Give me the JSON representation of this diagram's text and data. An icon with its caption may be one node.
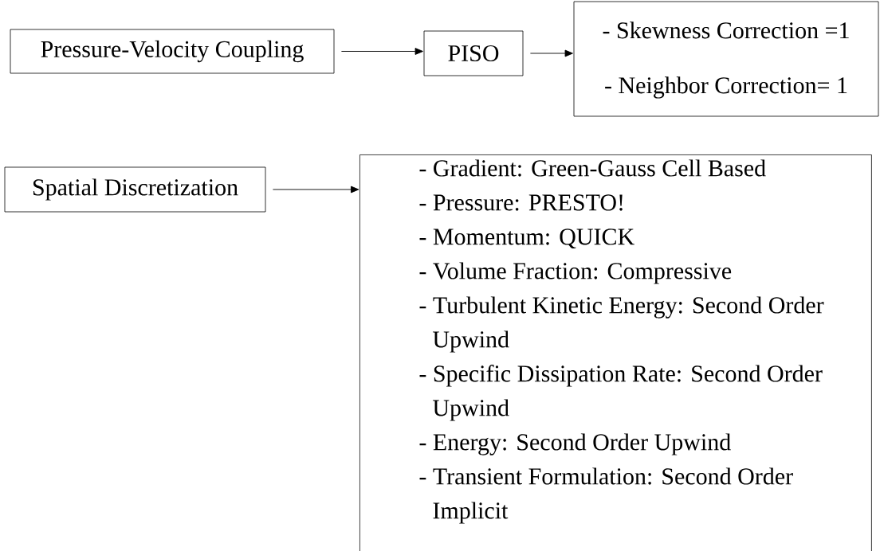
{
  "diagram": {
    "nodes": [
      {
        "text": [
          "Pressure-Velocity Coupling"
        ]
      },
      {
        "text": [
          "PISO"
        ]
      },
      {
        "text": [
          "- Skewness Correction =1",
          "- Neighbor Correction= 1"
        ]
      },
      {
        "text": [
          "Spatial Discretization"
        ]
      },
      {
        "text": [
          "- Gradient: Green-Gauss Cell Based",
          "- Pressure: PRESTO!",
          "- Momentum: QUICK",
          "- Volume Fraction: Compressive",
          "- Turbulent Kinetic Energy: Second Order Upwind",
          "- Specific Dissipation Rate: Second Order Upwind",
          "- Energy: Second Order Upwind",
          "- Transient Formulation: Second Order Implicit"
        ]
      }
    ],
    "edges": [
      {
        "from": 0,
        "to": 1,
        "arrow": "to"
      },
      {
        "from": 1,
        "to": 2,
        "arrow": "to"
      },
      {
        "from": 3,
        "to": 4,
        "arrow": "to"
      }
    ]
  }
}
